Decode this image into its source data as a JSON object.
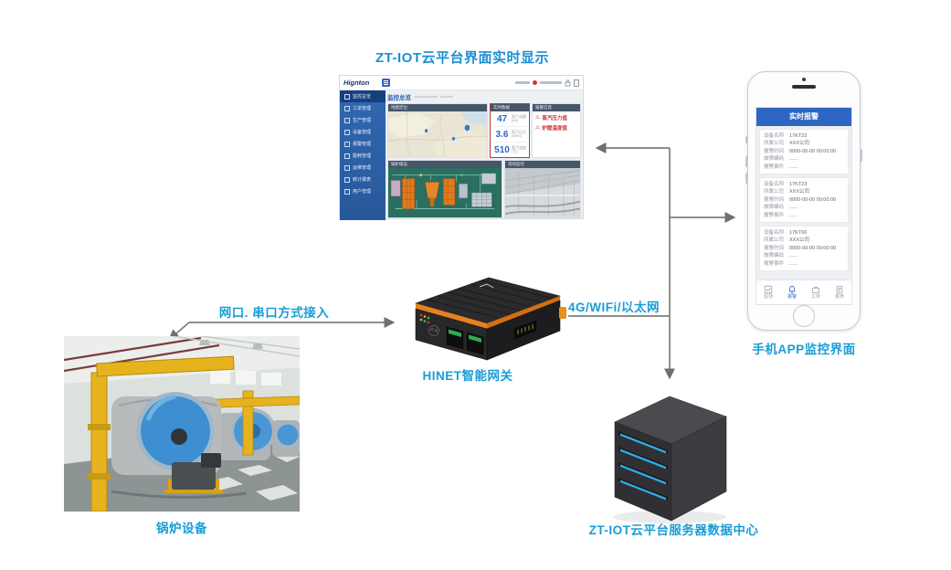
{
  "colors": {
    "caption_blue": "#189dd8",
    "arrow_gray": "#7d7d7d",
    "phone_header_blue": "#2f66c4",
    "alarm_red": "#d03030",
    "scada_teal": "#2a6f60",
    "device_orange": "#e8821e",
    "led_blue": "#2fb0ea",
    "sidebar_blue": "#2c60a6"
  },
  "labels": {
    "dashboard_title": "ZT-IOT云平台界面实时显示",
    "link_serial": "网口. 串口方式接入",
    "link_network": "4G/WIFi/以太网",
    "gateway": "HINET智能网关",
    "boiler": "锅炉设备",
    "phone": "手机APP监控界面",
    "server": "ZT-IOT云平台服务器数据中心"
  },
  "dashboard": {
    "logo": "Hignton",
    "breadcrumb": "监控总览",
    "sidebar_items": [
      "监控总览",
      "工单管理",
      "生产管理",
      "设备管理",
      "报警管理",
      "能耗管理",
      "运维管理",
      "统计报表",
      "用户管理"
    ],
    "panels": {
      "map": "地图定位",
      "stats": "实时数据",
      "alarms": "报警信息",
      "scada": "锅炉组态",
      "video": "现场监控"
    },
    "stats": [
      {
        "value": "47",
        "unit": "蒸汽流量(t/h)"
      },
      {
        "value": "3.6",
        "unit": "蒸汽压力(MPa)"
      },
      {
        "value": "510",
        "unit": "蒸汽温度(℃)"
      }
    ],
    "alarm_icon": "⚠",
    "alarms": [
      "蒸汽压力值",
      "炉膛温度值"
    ]
  },
  "phone": {
    "header": "实时报警",
    "cards": [
      {
        "rows": [
          {
            "k": "设备名称",
            "v": "17KT22"
          },
          {
            "k": "所属公司",
            "v": "XXX公司"
          },
          {
            "k": "报警时间",
            "v": "0000-00-00 00:00:00"
          },
          {
            "k": "故障编码",
            "v": "......"
          },
          {
            "k": "报警事件",
            "v": "......"
          }
        ]
      },
      {
        "rows": [
          {
            "k": "设备名称",
            "v": "17KT23"
          },
          {
            "k": "所属公司",
            "v": "XXX公司"
          },
          {
            "k": "报警时间",
            "v": "0000-00-00 00:00:00"
          },
          {
            "k": "故障编码",
            "v": "......"
          },
          {
            "k": "报警事件",
            "v": "......"
          }
        ]
      },
      {
        "rows": [
          {
            "k": "设备名称",
            "v": "17KT66"
          },
          {
            "k": "所属公司",
            "v": "XXX公司"
          },
          {
            "k": "报警时间",
            "v": "0000-00-00 00:00:00"
          },
          {
            "k": "故障编码",
            "v": "......"
          },
          {
            "k": "报警事件",
            "v": "......"
          }
        ]
      }
    ],
    "tabs": [
      {
        "label": "监测",
        "icon": "chart-icon"
      },
      {
        "label": "报警",
        "icon": "bell-icon"
      },
      {
        "label": "工单",
        "icon": "briefcase-icon"
      },
      {
        "label": "报表",
        "icon": "report-icon"
      }
    ]
  }
}
